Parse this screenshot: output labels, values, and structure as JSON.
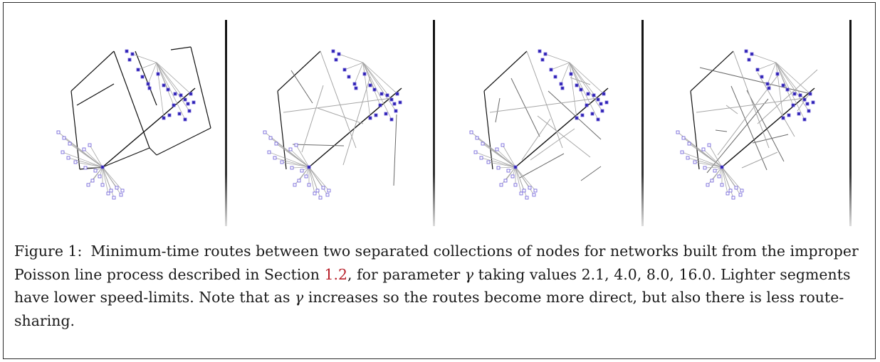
{
  "figure": {
    "label": "Figure 1:",
    "caption_part1": "Minimum-time routes between two separated collections of nodes for networks built from the improper Poisson line process described in Section ",
    "section_ref": "1.2",
    "caption_part2": ", for parameter ",
    "gamma_symbol": "γ",
    "caption_part3": " taking values 2.1, 4.0, 8.0, 16.0. Lighter segments have lower speed-limits. Note that as ",
    "caption_part4": " increases so the routes become more direct, but also there is less route-sharing."
  },
  "panels": [
    {
      "gamma": 2.1
    },
    {
      "gamma": 4.0
    },
    {
      "gamma": 8.0
    },
    {
      "gamma": 16.0
    }
  ],
  "colors": {
    "ink": "#1a1a1a",
    "frame": "#2a2a2a",
    "section_ref": "#b8202a",
    "node_fill": "#2a1fb0",
    "node_outline": "#6a5ad8",
    "road_light": "#a6a6a6",
    "road_mid": "#6a6a6a",
    "road_dark": "#111111"
  }
}
